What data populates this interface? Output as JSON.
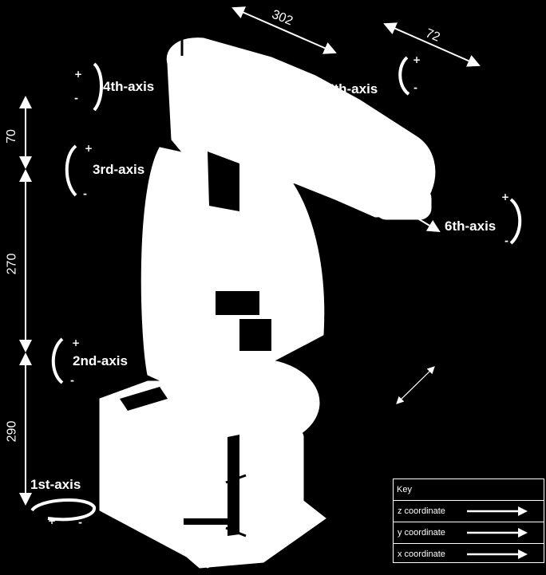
{
  "dimensions": {
    "top_length": "302",
    "top_depth": "72",
    "height_upper": "70",
    "height_middle": "270",
    "height_lower": "290"
  },
  "axes": {
    "axis1": "1st-axis",
    "axis2": "2nd-axis",
    "axis3": "3rd-axis",
    "axis4": "4th-axis",
    "axis5": "5th-axis",
    "axis6": "6th-axis",
    "plus": "+",
    "minus": "-"
  },
  "key": {
    "title": "Key",
    "rows": [
      "z coordinate",
      "y coordinate",
      "x coordinate"
    ]
  }
}
